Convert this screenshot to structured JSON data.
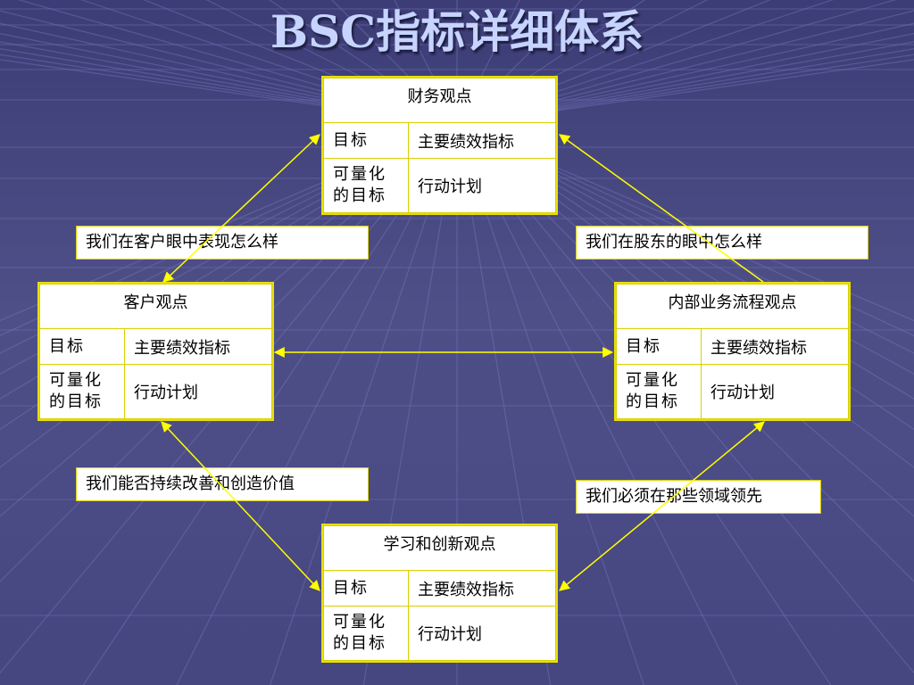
{
  "title": "BSC指标详细体系",
  "perspectives": {
    "financial": {
      "heading": "财务观点",
      "objectives": "目标",
      "kpi": "主要绩效指标",
      "quant_targets": "可量化的目标",
      "action_plan": "行动计划"
    },
    "customer": {
      "heading": "客户观点",
      "objectives": "目标",
      "kpi": "主要绩效指标",
      "quant_targets": "可量化的目标",
      "action_plan": "行动计划"
    },
    "internal": {
      "heading": "内部业务流程观点",
      "objectives": "目标",
      "kpi": "主要绩效指标",
      "quant_targets": "可量化的目标",
      "action_plan": "行动计划"
    },
    "learning": {
      "heading": "学习和创新观点",
      "objectives": "目标",
      "kpi": "主要绩效指标",
      "quant_targets": "可量化的目标",
      "action_plan": "行动计划"
    }
  },
  "questions": {
    "customer_view": "我们在客户眼中表现怎么样",
    "shareholder_view": "我们在股东的眼中怎么样",
    "improve_create": "我们能否持续改善和创造价值",
    "must_lead": "我们必须在那些领域领先"
  },
  "colors": {
    "background": "#4a4a86",
    "title": "#c6d4ff",
    "border": "#e8e000",
    "arrow": "#ffff00"
  }
}
